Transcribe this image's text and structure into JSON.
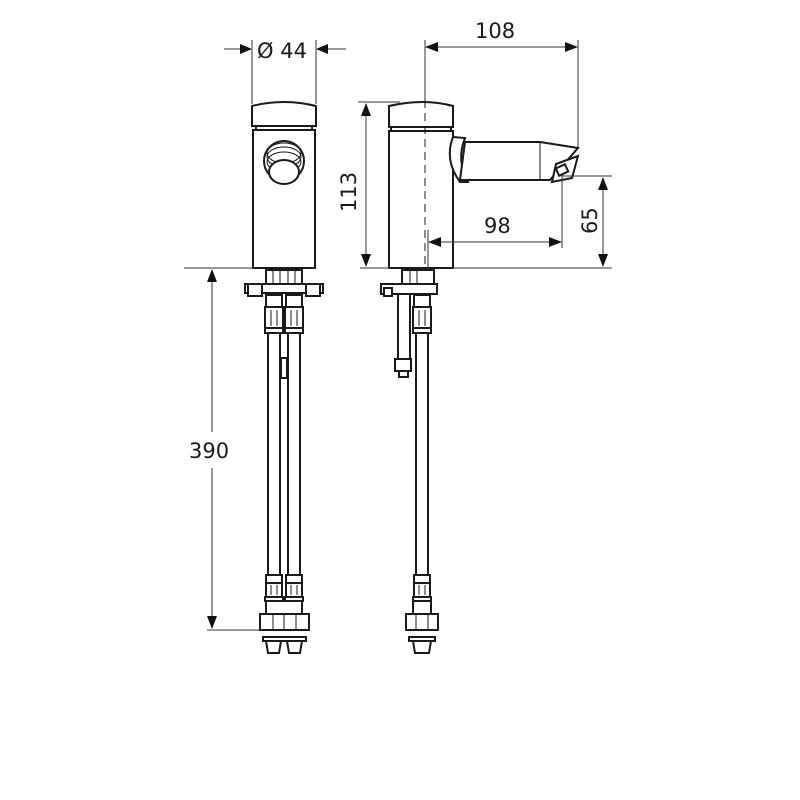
{
  "drawing": {
    "subject": "self-closing pillar tap, front and side views",
    "units": "mm",
    "line_color": "#1a1a1a",
    "background": "#ffffff"
  },
  "dimensions": {
    "diameter": "Ø 44",
    "reach_total": "108",
    "height_body": "113",
    "reach_spout": "98",
    "spout_height": "65",
    "hose_length": "390"
  },
  "views": [
    {
      "name": "front view",
      "labels": [
        "Ø 44",
        "390"
      ]
    },
    {
      "name": "side view",
      "labels": [
        "108",
        "113",
        "98",
        "65"
      ]
    }
  ]
}
